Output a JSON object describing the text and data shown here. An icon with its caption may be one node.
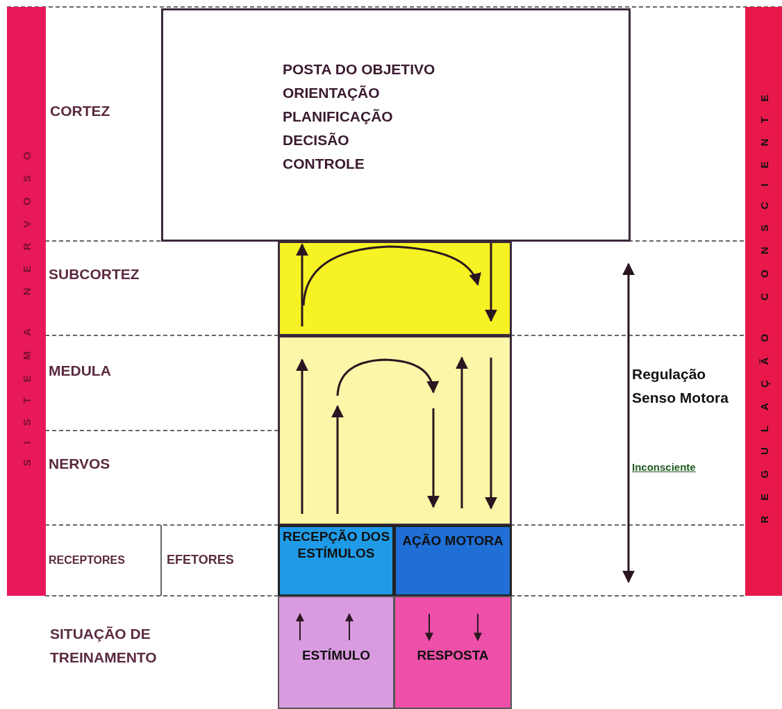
{
  "diagram": {
    "nodes": [
      {
        "text": [
          "SISTEMA NERVOSO"
        ]
      },
      {
        "text": [
          "POSTA DO OBJETIVO",
          "ORIENTAÇÃO",
          "PLANIFICAÇÃO",
          "DECISÃO",
          "CONTROLE"
        ]
      },
      {
        "text": [],
        "shape": "box"
      },
      {
        "text": [],
        "shape": "box"
      },
      {
        "text": [
          "RECEPÇÃO DOS ESTÍMULOS"
        ]
      },
      {
        "text": [
          "AÇÃO MOTORA"
        ]
      },
      {
        "text": [
          "ESTÍMULO"
        ]
      },
      {
        "text": [
          "RESPOSTA"
        ]
      },
      {
        "text": [
          "REGULAÇÃO CONSCIENTE"
        ]
      }
    ],
    "labels": [
      "CORTEZ",
      "SUBCORTEZ",
      "MEDULA",
      "Regulação Senso Motora",
      "NERVOS",
      "Inconsciente",
      "RECEPTORES",
      "EFETORES",
      "SITUAÇÃO DE TREINAMENTO"
    ]
  }
}
